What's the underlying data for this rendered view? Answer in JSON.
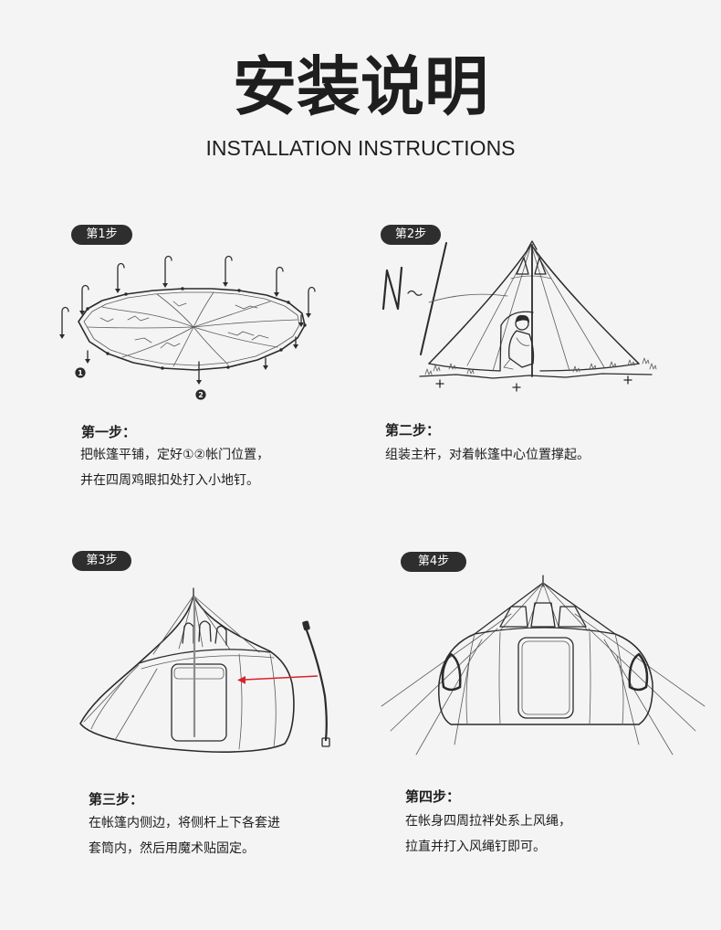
{
  "header": {
    "title": "安装说明",
    "subtitle": "INSTALLATION INSTRUCTIONS"
  },
  "steps": [
    {
      "badge": "第1步",
      "heading": "第一步：",
      "lines": [
        "把帐篷平铺，定好①②帐门位置，",
        "并在四周鸡眼扣处打入小地钉。"
      ],
      "door_markers": [
        "1",
        "2"
      ]
    },
    {
      "badge": "第2步",
      "heading": "第二步：",
      "lines": [
        "组装主杆，对着帐篷中心位置撑起。"
      ]
    },
    {
      "badge": "第3步",
      "heading": "第三步：",
      "lines": [
        "在帐篷内侧边，将侧杆上下各套进",
        "套筒内，然后用魔术贴固定。"
      ]
    },
    {
      "badge": "第4步",
      "heading": "第四步：",
      "lines": [
        "在帐身四周拉袢处系上风绳，",
        "拉直并打入风绳钉即可。"
      ]
    }
  ],
  "colors": {
    "background": "#f4f4f4",
    "badge": "#2e2e2e",
    "text": "#1e1e1e",
    "line_art": "#2b2b2b",
    "arrow": "#d9232e"
  }
}
